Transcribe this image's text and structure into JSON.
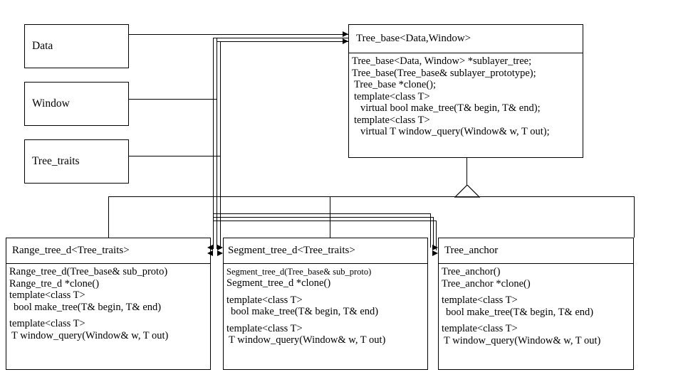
{
  "diagram": {
    "title": "UML class diagram - Tree_base hierarchy",
    "background_color": "#ffffff",
    "line_color": "#000000"
  },
  "classes": {
    "data": {
      "name": "Data",
      "members": []
    },
    "window": {
      "name": "Window",
      "members": []
    },
    "tree_traits": {
      "name": "Tree_traits",
      "members": []
    },
    "tree_base": {
      "name": "Tree_base<Data,Window>",
      "members": [
        "Tree_base<Data, Window> *sublayer_tree;",
        "Tree_base(Tree_base& sublayer_prototype);",
        "Tree_base *clone();",
        "template<class T>",
        "virtual bool make_tree(T& begin, T& end);",
        "template<class T>",
        "virtual T window_query(Window& w, T out);"
      ]
    },
    "range_tree_d": {
      "name": "Range_tree_d<Tree_traits>",
      "members": [
        "Range_tree_d(Tree_base& sub_proto)",
        "Range_tre_d *clone()",
        "template<class T>",
        "bool make_tree(T& begin, T& end)",
        "template<class T>",
        "T window_query(Window& w, T out)"
      ]
    },
    "segment_tree_d": {
      "name": "Segment_tree_d<Tree_traits>",
      "members": [
        "Segment_tree_d(Tree_base& sub_proto)",
        "Segment_tree_d *clone()",
        "template<class T>",
        "bool make_tree(T& begin, T& end)",
        "template<class T>",
        "T window_query(Window& w, T out)"
      ]
    },
    "tree_anchor": {
      "name": "Tree_anchor",
      "members": [
        "Tree_anchor()",
        "Tree_anchor *clone()",
        "template<class T>",
        "bool make_tree(T& begin, T& end)",
        "template<class T>",
        "T window_query(Window& w, T out)"
      ]
    }
  },
  "relationships": {
    "associations": [
      {
        "from": "Data",
        "to": "Tree_base<Data,Window>",
        "kind": "association-arrow"
      },
      {
        "from": "Window",
        "to": "Tree_base<Data,Window>",
        "kind": "association-arrow"
      },
      {
        "from": "Tree_traits",
        "to": "Tree_base<Data,Window>",
        "kind": "association-arrow"
      },
      {
        "from": "Data",
        "to": "Segment_tree_d<Tree_traits>",
        "kind": "association-arrow"
      },
      {
        "from": "Window",
        "to": "Segment_tree_d<Tree_traits>",
        "kind": "association-arrow"
      },
      {
        "from": "Tree_traits",
        "to": "Range_tree_d<Tree_traits>",
        "kind": "association-arrow"
      },
      {
        "from": "Data",
        "to": "Tree_anchor",
        "kind": "association-arrow"
      }
    ],
    "generalizations": [
      {
        "from": "Range_tree_d<Tree_traits>",
        "to": "Tree_base<Data,Window>",
        "kind": "inheritance-triangle"
      },
      {
        "from": "Segment_tree_d<Tree_traits>",
        "to": "Tree_base<Data,Window>",
        "kind": "inheritance-triangle"
      },
      {
        "from": "Tree_anchor",
        "to": "Tree_base<Data,Window>",
        "kind": "inheritance-triangle"
      }
    ]
  }
}
